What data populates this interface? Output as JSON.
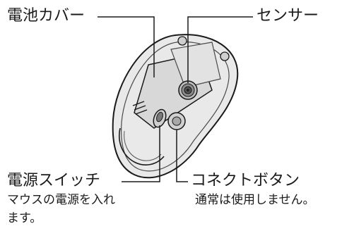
{
  "labels": {
    "battery_cover": "電池カバー",
    "sensor": "センサー",
    "power_switch": "電源スイッチ",
    "power_switch_desc_line1": "マウスの電源を入れ",
    "power_switch_desc_line2": "ます。",
    "connect_button": "コネクトボタン",
    "connect_button_desc": "通常は使用しません。"
  },
  "colors": {
    "line": "#1a1a1a",
    "body_fill": "#e8e8e8",
    "panel_fill": "#d6d6d6",
    "shadow": "#9a9a9a"
  }
}
